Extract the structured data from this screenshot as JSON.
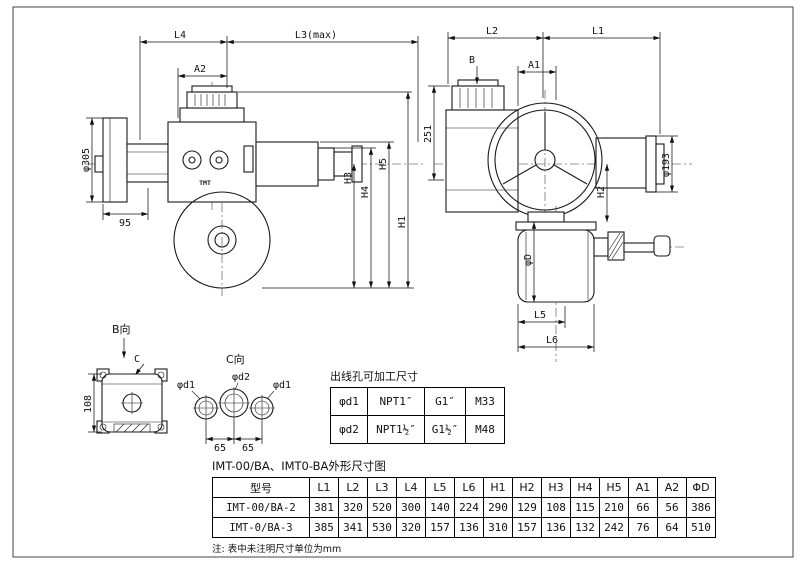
{
  "page": {
    "caption": "IMT-00/BA、IMT0-BA外形尺寸图",
    "note": "注: 表中未注明尺寸单位为mm"
  },
  "front_view": {
    "l4": "L4",
    "l3max": "L3(max)",
    "a2": "A2",
    "phi305": "φ305",
    "d95": "95",
    "h5": "H5",
    "h4": "H4",
    "h3": "H3",
    "h1": "H1",
    "brand": "TMT"
  },
  "side_view": {
    "l2": "L2",
    "l1": "L1",
    "b": "B",
    "a1": "A1",
    "d251": "251",
    "phi193": "φ193",
    "h2": "H2",
    "phiD": "φD",
    "l5": "L5",
    "l6": "L6"
  },
  "details": {
    "b_view": "B向",
    "c_label": "C",
    "c_view": "C向",
    "d108": "108",
    "phid1_a": "φd1",
    "phid2": "φd2",
    "phid1_b": "φd1",
    "d65a": "65",
    "d65b": "65"
  },
  "outlet_table": {
    "title": "出线孔可加工尺寸",
    "rows": [
      [
        "φd1",
        "NPT1″",
        "G1″",
        "M33"
      ],
      [
        "φd2",
        "NPT1½″",
        "G1½″",
        "M48"
      ]
    ]
  },
  "dim_table": {
    "headers": [
      "型号",
      "L1",
      "L2",
      "L3",
      "L4",
      "L5",
      "L6",
      "H1",
      "H2",
      "H3",
      "H4",
      "H5",
      "A1",
      "A2",
      "ΦD"
    ],
    "rows": [
      [
        "IMT-00/BA-2",
        "381",
        "320",
        "520",
        "300",
        "140",
        "224",
        "290",
        "129",
        "108",
        "115",
        "210",
        "66",
        "56",
        "386"
      ],
      [
        "IMT-0/BA-3",
        "385",
        "341",
        "530",
        "320",
        "157",
        "136",
        "310",
        "157",
        "136",
        "132",
        "242",
        "76",
        "64",
        "510"
      ]
    ]
  }
}
